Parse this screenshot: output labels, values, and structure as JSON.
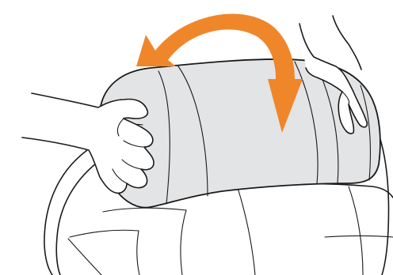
{
  "figure": {
    "background_color": "#ffffff",
    "line_color": "#1a1a1a",
    "cushion_fill": "#e3e4e6",
    "arrow_color": "#f0862a",
    "icons": [
      "cushion",
      "rotate-arrow",
      "left-hand",
      "right-hand",
      "seat-back"
    ]
  }
}
